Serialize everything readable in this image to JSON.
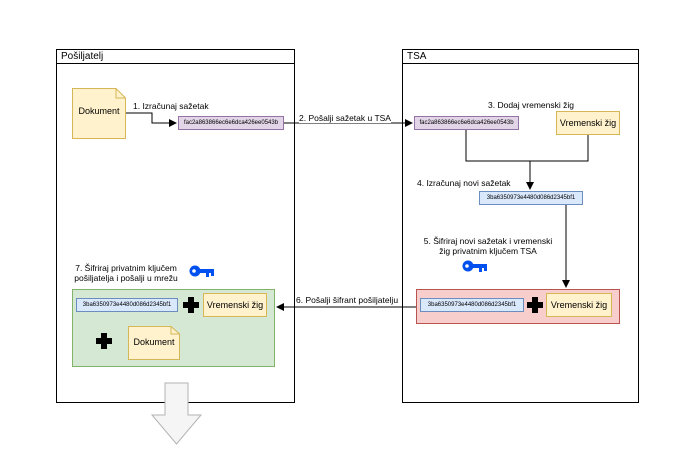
{
  "lanes": {
    "sender_title": "Pošiljatelj",
    "tsa_title": "TSA"
  },
  "steps": {
    "step1": "1. Izračunaj sažetak",
    "step2": "2. Pošalji sažetak u TSA",
    "step3": "3. Dodaj vremenski žig",
    "step4": "4. Izračunaj novi sažetak",
    "step5_line1": "5. Šifriraj novi sažetak i vremenski",
    "step5_line2": "žig privatnim ključem TSA",
    "step6": "6. Pošalji šifrant pošiljatelju",
    "step7_line1": "7. Šifriraj privatnim ključem",
    "step7_line2": "pošiljatelja i pošalji u mrežu"
  },
  "nodes": {
    "document": "Dokument",
    "hash1": "fac2a863866ec6e6dca426ee0543b",
    "hash1_tsa": "fac2a863866ec6e6dca426ee0543b",
    "timestamp": "Vremenski žig",
    "hash2": "3ba6350973e4480d086d2345bf1",
    "red_hash": "3ba6350973e4480d086d2345bf1",
    "red_timestamp": "Vremenski žig",
    "green_hash": "3ba6350973e4480d086d2345bf1",
    "green_timestamp": "Vremenski žig",
    "green_document": "Dokument"
  },
  "icons": {
    "key_tsa": "key-icon",
    "key_sender": "key-icon",
    "plus": "plus-icon",
    "document": "document-icon",
    "down_arrow": "down-arrow-icon"
  },
  "colors": {
    "purple_fill": "#e1d5e7",
    "purple_stroke": "#9673a6",
    "blue_fill": "#dae8fc",
    "blue_stroke": "#6c8ebf",
    "yellow_fill": "#fff2cc",
    "yellow_stroke": "#d6b656",
    "green_fill": "#d5e8d4",
    "green_stroke": "#82b366",
    "red_fill": "#f8cecc",
    "red_stroke": "#b85450",
    "key": "#0050ef"
  }
}
